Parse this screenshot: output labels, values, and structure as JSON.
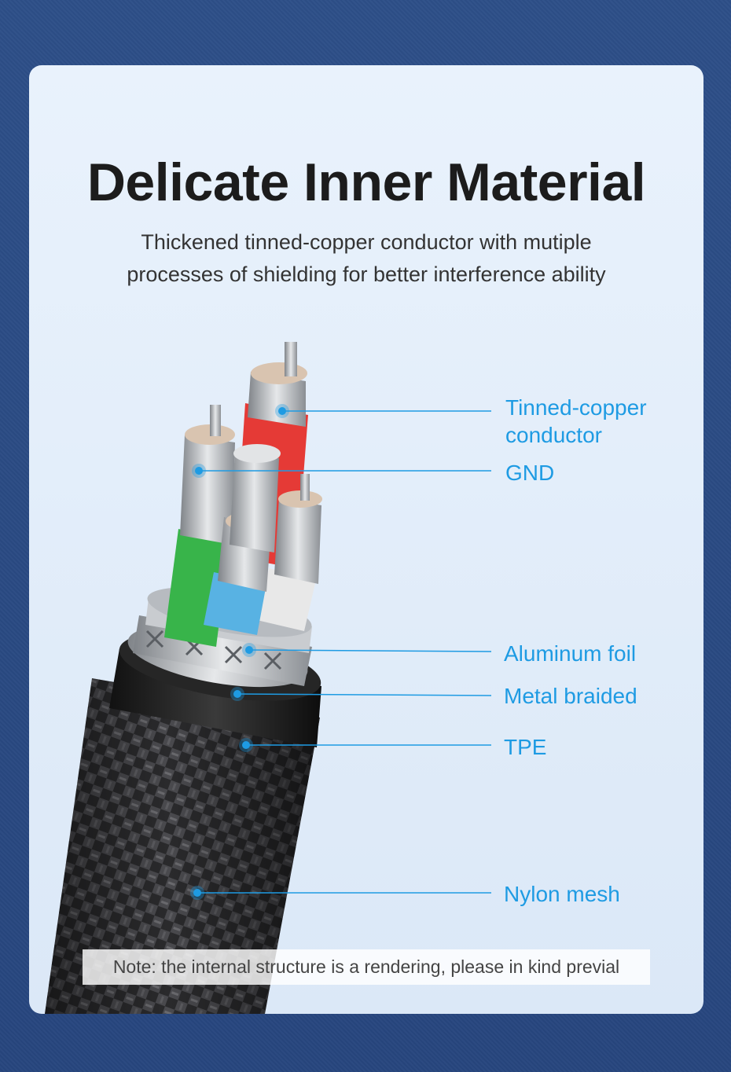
{
  "heading": {
    "title": "Delicate Inner Material",
    "subtitle_line1": "Thickened tinned-copper conductor with mutiple",
    "subtitle_line2": "processes of shielding for better interference ability"
  },
  "callouts": {
    "conductor_line1": "Tinned-copper",
    "conductor_line2": "conductor",
    "gnd": "GND",
    "aluminum": "Aluminum foil",
    "braided": "Metal braided",
    "tpe": "TPE",
    "nylon": "Nylon mesh"
  },
  "note": "Note: the internal structure is a rendering, please in kind previal",
  "colors": {
    "accent": "#1e9be3",
    "card_bg": "#e3eefa",
    "page_bg": "#2a4a82",
    "wire_red": "#e53a36",
    "wire_green": "#38b44a",
    "wire_blue": "#58b2e3",
    "wire_white": "#e8e8e8"
  }
}
